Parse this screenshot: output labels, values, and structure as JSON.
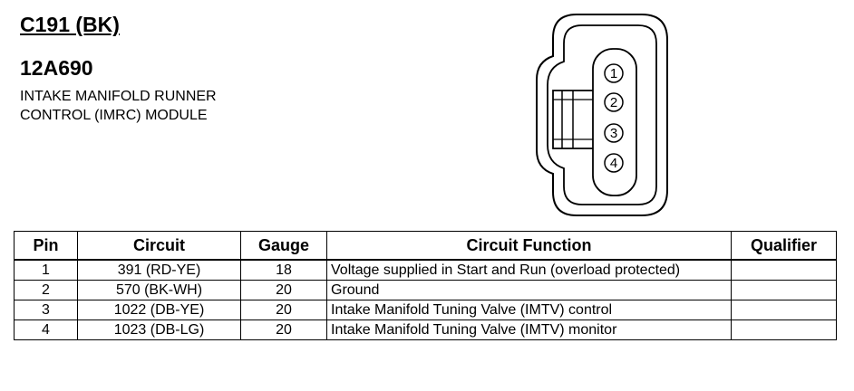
{
  "header": {
    "connector": "C191 (BK)",
    "part_number": "12A690",
    "description": "INTAKE MANIFOLD RUNNER\nCONTROL (IMRC) MODULE"
  },
  "connector_pins": [
    "1",
    "2",
    "3",
    "4"
  ],
  "table": {
    "columns": [
      "Pin",
      "Circuit",
      "Gauge",
      "Circuit Function",
      "Qualifier"
    ],
    "rows": [
      {
        "pin": "1",
        "circuit": "391 (RD-YE)",
        "gauge": "18",
        "function": "Voltage supplied in Start and Run (overload protected)",
        "qualifier": ""
      },
      {
        "pin": "2",
        "circuit": "570 (BK-WH)",
        "gauge": "20",
        "function": "Ground",
        "qualifier": ""
      },
      {
        "pin": "3",
        "circuit": "1022 (DB-YE)",
        "gauge": "20",
        "function": "Intake Manifold Tuning Valve (IMTV) control",
        "qualifier": ""
      },
      {
        "pin": "4",
        "circuit": "1023 (DB-LG)",
        "gauge": "20",
        "function": "Intake Manifold Tuning Valve (IMTV) monitor",
        "qualifier": ""
      }
    ]
  }
}
